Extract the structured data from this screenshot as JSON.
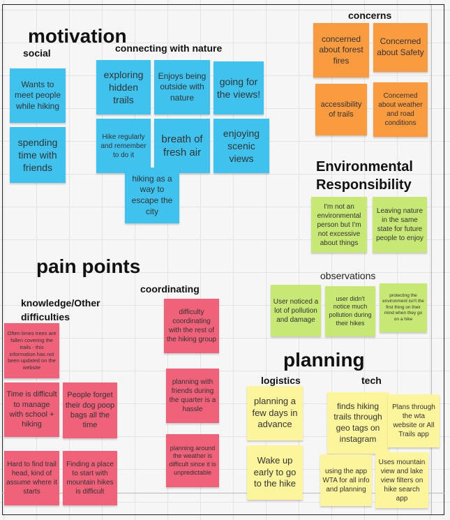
{
  "headings": {
    "motivation": "motivation",
    "social": "social",
    "connecting_with_nature": "connecting with nature",
    "concerns": "concerns",
    "environmental_responsibility": "Environmental Responsibility",
    "pain_points": "pain points",
    "coordinating": "coordinating",
    "knowledge_other": "knowledge/Other difficulties",
    "observations": "observations",
    "planning": "planning",
    "logistics": "logistics",
    "tech": "tech"
  },
  "notes": {
    "social": [
      "Wants to meet people while hiking",
      "spending time with friends"
    ],
    "nature": [
      "exploring hidden trails",
      "Enjoys being outside with nature",
      "going for the views!",
      "Hike regularly and remember to do it",
      "breath of fresh air",
      "enjoying scenic views",
      "hiking as a way to escape the city"
    ],
    "concerns": [
      "concerned about forest fires",
      "Concerned about Safety",
      "accessibility of trails",
      "Concerned about weather and road conditions"
    ],
    "environmental": [
      "I'm not an environmental person but I'm not excessive about things",
      "Leaving nature in the same state for future people to enjoy"
    ],
    "observations": [
      "User noticed a lot of pollution and damage",
      "user didn't notice much pollution during their hikes",
      "protecting the environment isn't the first thing on their mind when they go on a hike"
    ],
    "coordinating": [
      "difficulty coordinating with the rest of the hiking group",
      "planning with friends during the quarter is a hassle",
      "planning around the weather is difficult since it is unpredictable"
    ],
    "knowledge": [
      "Often times trees are fallen covering the trails - this information has not been updated on the website",
      "Time is difficult to manage with school + hiking",
      "People forget their dog poop bags all the time",
      "Hard to find trail head, kind of assume where it starts",
      "Finding a place to start with mountain hikes is difficult"
    ],
    "logistics": [
      "planning a few days in advance",
      "Wake up early to go to the hike"
    ],
    "tech": [
      "finds hiking trails through geo tags on instagram",
      "Plans through the wta website or All Trails app",
      "using the app WTA for all info and planning",
      "Uses mountain view and lake view filters on hike search app"
    ]
  },
  "colors": {
    "motivation": "#3fc3ee",
    "concerns": "#fa9b40",
    "environmental": "#c8e875",
    "pain_points": "#f0627a",
    "planning": "#fdf59c"
  }
}
